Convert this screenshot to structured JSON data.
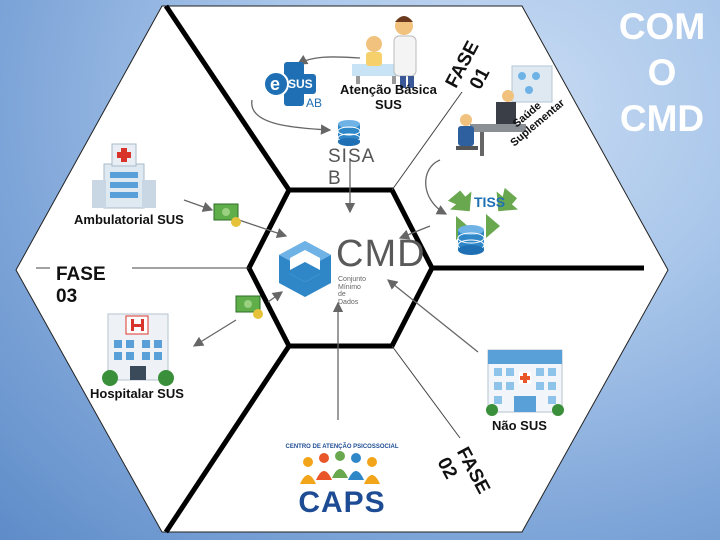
{
  "title_lines": [
    "COM",
    "O",
    "CMD"
  ],
  "fases": {
    "fase01": [
      "FASE",
      "01"
    ],
    "fase02": [
      "FASE",
      "02"
    ],
    "fase03": [
      "FASE",
      "03"
    ]
  },
  "center": {
    "brand": "CMD",
    "subtitle_lines": [
      "Conjunto",
      "Mínimo",
      "de",
      "Dados"
    ]
  },
  "nodes": {
    "atencao_basica": [
      "Atenção Básica",
      "SUS"
    ],
    "esus": {
      "badge": "e",
      "text": "SUS",
      "sub": "AB"
    },
    "sisab": [
      "SISA",
      "B"
    ],
    "saude_suplementar": [
      "Saúde",
      "Suplementar"
    ],
    "tiss": "TISS",
    "ambulatorial": "Ambulatorial SUS",
    "hospitalar": "Hospitalar SUS",
    "nao_sus": "Não SUS",
    "caps": {
      "arc": "CENTRO DE ATENÇÃO PSICOSSOCIAL",
      "name": "CAPS"
    }
  },
  "colors": {
    "accent_blue": "#2f87c8",
    "caps_blue": "#1e4c94",
    "tiss_green": "#6aa84f",
    "hex_fill": "#ffffff",
    "title": "#ffffff"
  }
}
